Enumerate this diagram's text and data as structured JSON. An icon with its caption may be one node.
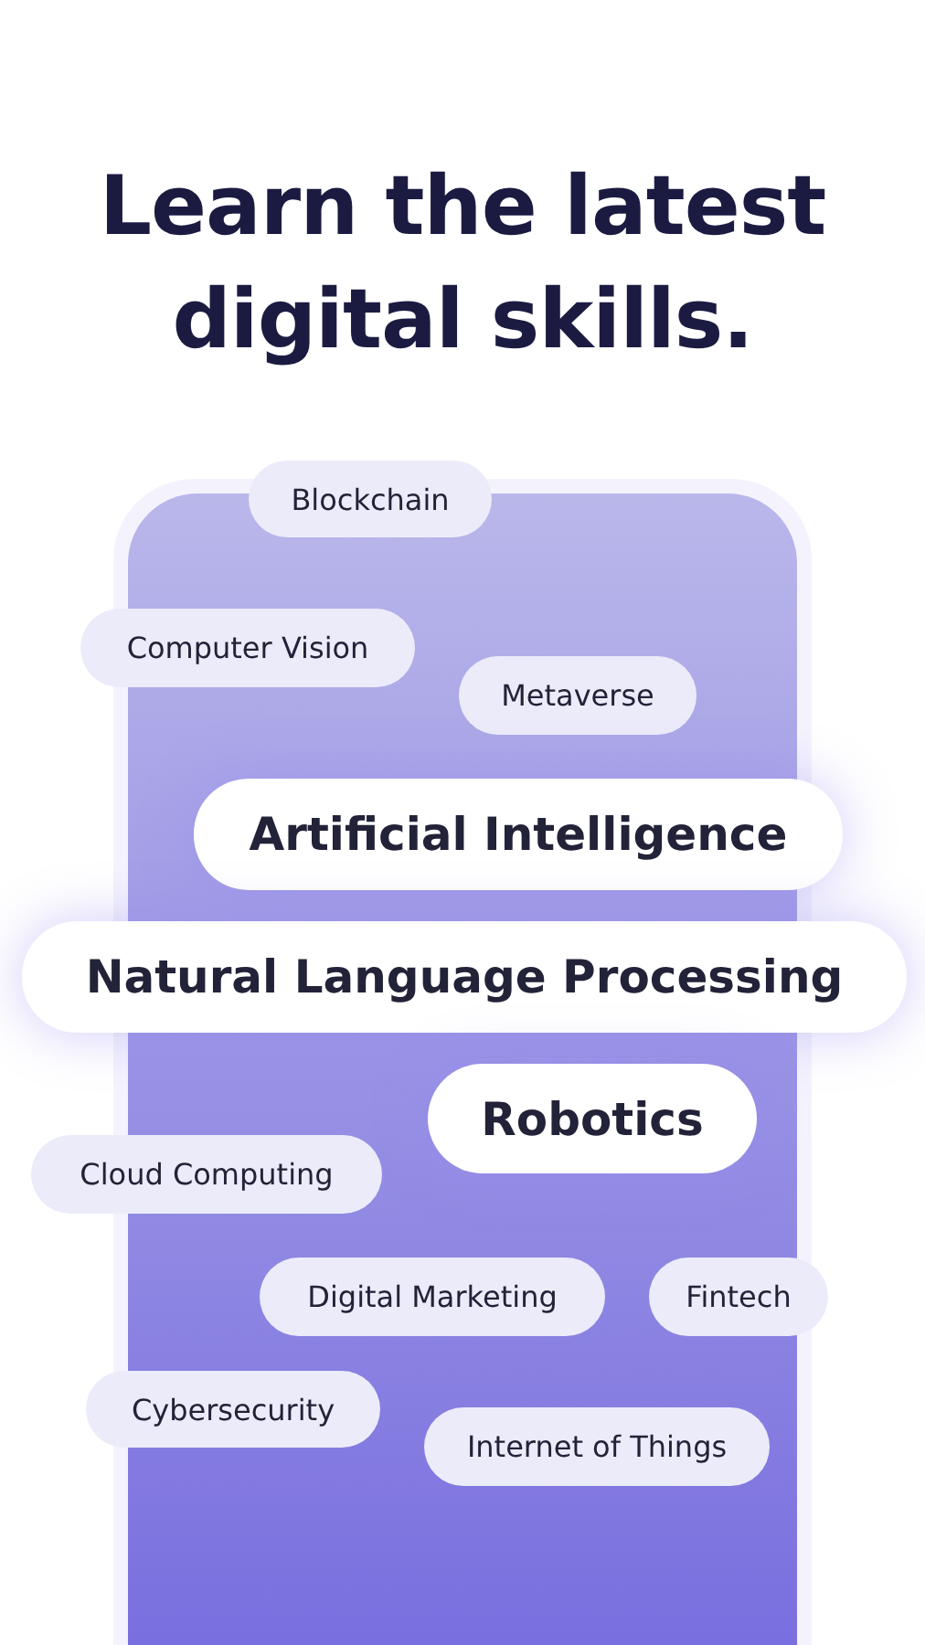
{
  "diagram": {
    "title": "Learn the latest digital skills.",
    "nodes": [
      {
        "text": [
          "Blockchain"
        ]
      },
      {
        "text": [
          "Computer Vision"
        ]
      },
      {
        "text": [
          "Metaverse"
        ]
      },
      {
        "text": [
          "Artificial Intelligence"
        ]
      },
      {
        "text": [
          "Natural Language Processing"
        ]
      },
      {
        "text": [
          "Robotics"
        ]
      },
      {
        "text": [
          "Cloud Computing"
        ]
      },
      {
        "text": [
          "Digital Marketing"
        ]
      },
      {
        "text": [
          "Fintech"
        ]
      },
      {
        "text": [
          "Cybersecurity"
        ]
      },
      {
        "text": [
          "Internet of Things"
        ]
      }
    ]
  }
}
